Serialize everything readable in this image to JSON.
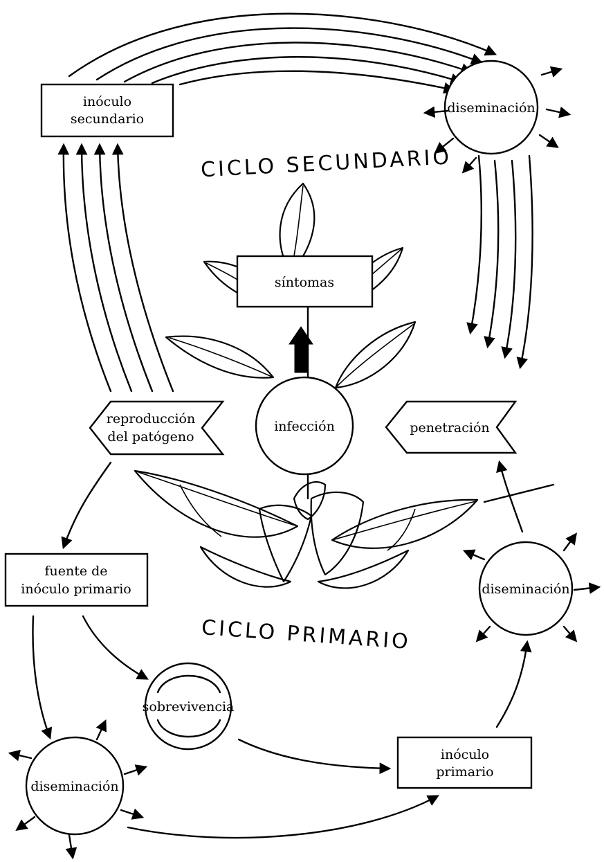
{
  "titles": {
    "secondary_cycle": "CICLO SECUNDARIO",
    "primary_cycle": "CICLO PRIMARIO"
  },
  "nodes": {
    "inoculo_secundario": [
      "inóculo",
      "secundario"
    ],
    "diseminacion_top": "diseminación",
    "sintomas": "síntomas",
    "infeccion": "infección",
    "reproduccion": [
      "reproducción",
      "del patógeno"
    ],
    "penetracion": "penetración",
    "fuente": [
      "fuente de",
      "inóculo primario"
    ],
    "diseminacion_right": "diseminación",
    "sobrevivencia": "sobrevivencia",
    "inoculo_primario": [
      "inóculo",
      "primario"
    ],
    "diseminacion_bottom": "diseminación"
  },
  "colors": {
    "ink": "#000000",
    "paper": "#ffffff"
  }
}
